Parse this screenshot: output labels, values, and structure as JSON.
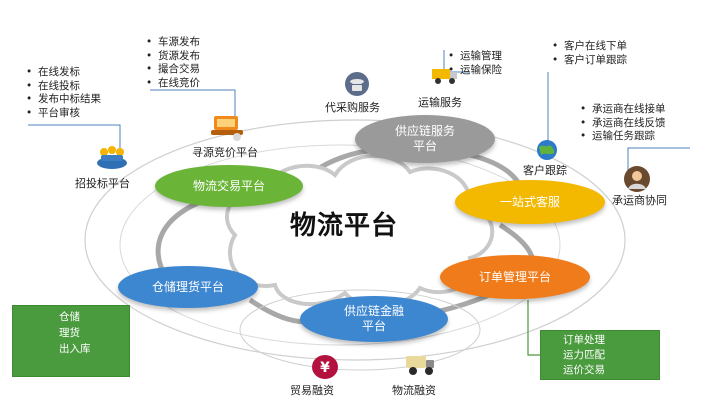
{
  "center_title": "物流平台",
  "nodes": {
    "logistics_trade": "物流交易平台",
    "supply_chain_service": [
      "供应链服务",
      "平台"
    ],
    "one_stop_service": "一站式客服",
    "order_management": "订单管理平台",
    "supply_chain_finance": [
      "供应链金融",
      "平台"
    ],
    "warehouse": "仓储理货平台"
  },
  "labels": {
    "bidding_platform": "招投标平台",
    "sourcing_platform": "寻源竞价平台",
    "procurement_service": "代采购服务",
    "transport_service": "运输服务",
    "customer_tracking": "客户跟踪",
    "carrier_collab": "承运商协同",
    "trade_finance": "贸易融资",
    "logistics_finance": "物流融资"
  },
  "lists": {
    "bidding": [
      "在线发标",
      "在线投标",
      "发布中标结果",
      "平台审核"
    ],
    "sourcing": [
      "车源发布",
      "货源发布",
      "撮合交易",
      "在线竞价"
    ],
    "transport": [
      "运输管理",
      "运输保险"
    ],
    "customer": [
      "客户在线下单",
      "客户订单跟踪"
    ],
    "carrier": [
      "承运商在线接单",
      "承运商在线反馈",
      "运输任务跟踪"
    ]
  },
  "boxes": {
    "warehouse": [
      "仓储",
      "理货",
      "出入库"
    ],
    "order": [
      "订单处理",
      "运力匹配",
      "运价交易"
    ]
  },
  "colors": {
    "green": "#6ab537",
    "gray": "#9a9a9a",
    "yellow": "#f3b800",
    "orange": "#f07b1a",
    "blue": "#3d86d0",
    "box_green": "#4a9a3e",
    "line_blue": "#4f81bd"
  },
  "icons": [
    "people-meeting-icon",
    "laptop-stack-icon",
    "phone-icon",
    "truck-icon",
    "globe-icon",
    "person-icon",
    "yen-icon",
    "delivery-truck-icon"
  ]
}
